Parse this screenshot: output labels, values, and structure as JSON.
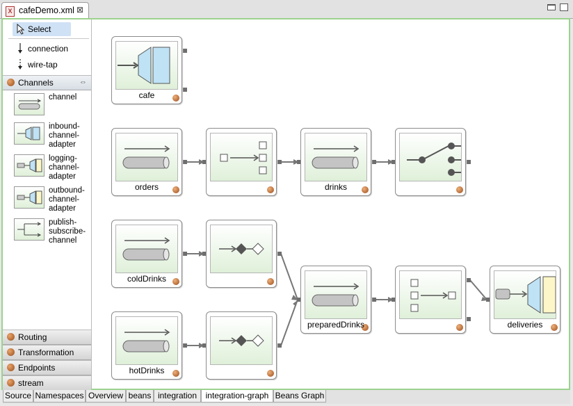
{
  "editor": {
    "tab_title": "cafeDemo.xml",
    "file_icon": "X"
  },
  "palette": {
    "tools": {
      "select": "Select",
      "connection": "connection",
      "wire_tap": "wire-tap"
    },
    "channels_drawer": "Channels",
    "items": [
      {
        "label": "channel"
      },
      {
        "label": "inbound-\nchannel-\nadapter"
      },
      {
        "label": "logging-\nchannel-\nadapter"
      },
      {
        "label": "outbound-\nchannel-\nadapter"
      },
      {
        "label": "publish-\nsubscribe-\nchannel"
      }
    ],
    "drawers": [
      "Routing",
      "Transformation",
      "Endpoints",
      "stream"
    ]
  },
  "nodes": {
    "cafe": "cafe",
    "orders": "orders",
    "drinks": "drinks",
    "coldDrinks": "coldDrinks",
    "hotDrinks": "hotDrinks",
    "preparedDrinks": "preparedDrinks",
    "deliveries": "deliveries"
  },
  "bottom_tabs": [
    "Source",
    "Namespaces",
    "Overview",
    "beans",
    "integration",
    "integration-graph",
    "Beans Graph"
  ],
  "colors": {
    "frame_accent": "#9bd28e",
    "node_face_bottom": "#dff0d9",
    "selected_tool": "#cfe1f5"
  }
}
